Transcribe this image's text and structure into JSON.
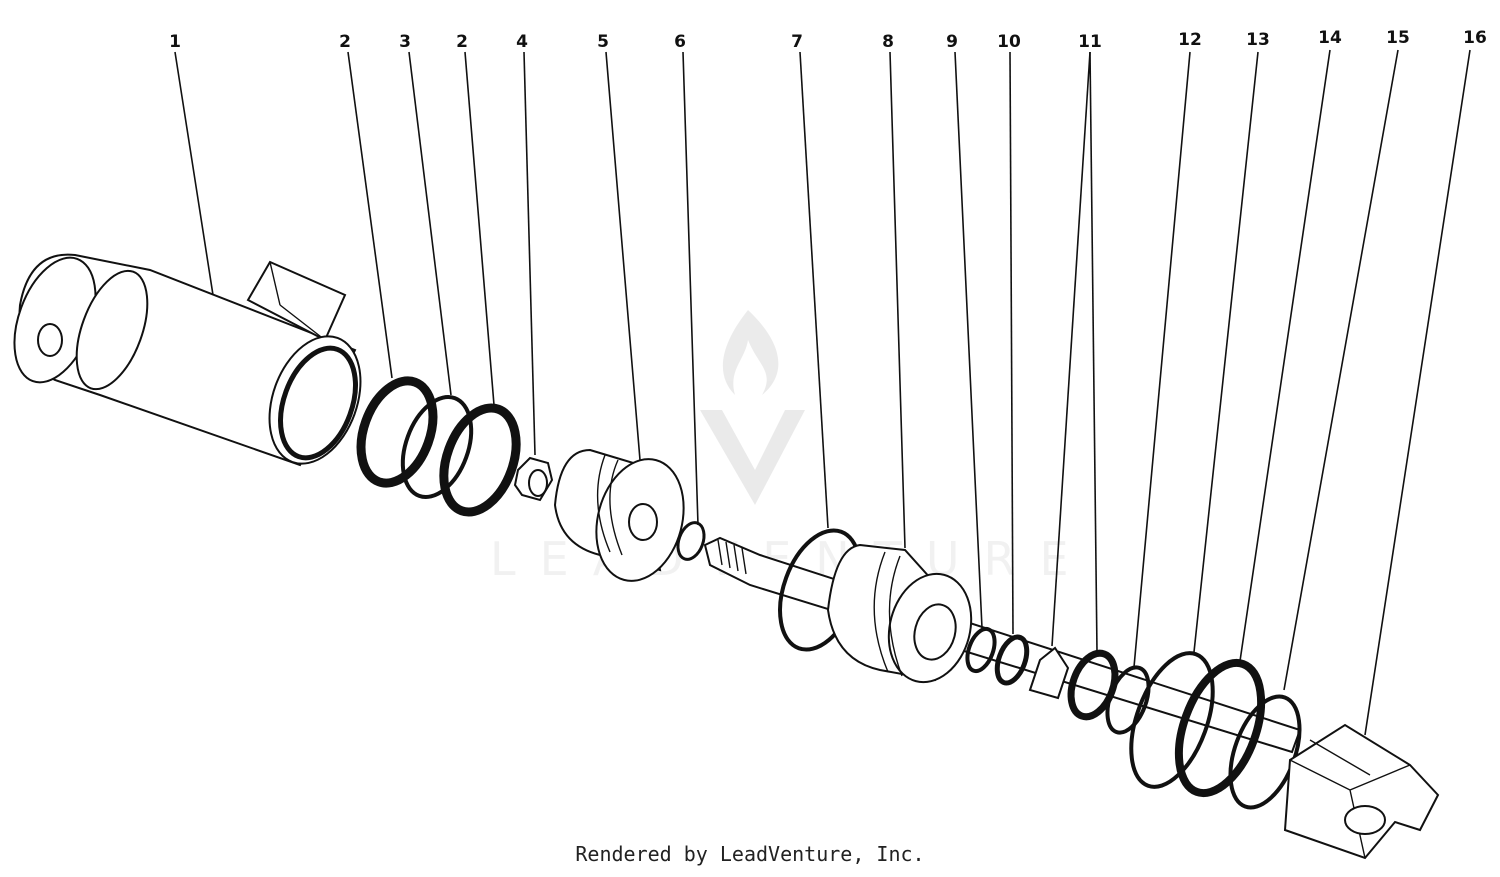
{
  "callouts": [
    {
      "label": "1"
    },
    {
      "label": "2"
    },
    {
      "label": "3"
    },
    {
      "label": "2"
    },
    {
      "label": "4"
    },
    {
      "label": "5"
    },
    {
      "label": "6"
    },
    {
      "label": "7"
    },
    {
      "label": "8"
    },
    {
      "label": "9"
    },
    {
      "label": "10"
    },
    {
      "label": "11"
    },
    {
      "label": "12"
    },
    {
      "label": "13"
    },
    {
      "label": "14"
    },
    {
      "label": "15"
    },
    {
      "label": "16"
    }
  ],
  "watermark": {
    "text": "LEADVENTURE"
  },
  "footer": {
    "text": "Rendered by LeadVenture, Inc."
  },
  "colors": {
    "ink": "#111111",
    "background": "#ffffff"
  }
}
